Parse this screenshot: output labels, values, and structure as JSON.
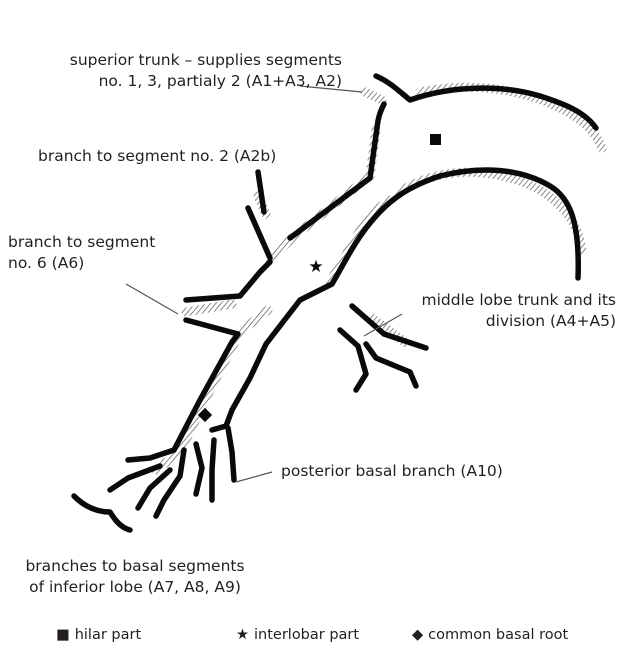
{
  "labels": {
    "superior_trunk_line1": "superior trunk – supplies segments",
    "superior_trunk_line2": "no. 1, 3, partialy 2 (A1+A3, A2)",
    "branch_seg2": "branch to segment no. 2 (A2b)",
    "branch_seg6_line1": "branch to segment",
    "branch_seg6_line2": "no. 6 (A6)",
    "middle_lobe_line1": "middle lobe trunk and its",
    "middle_lobe_line2": "division (A4+A5)",
    "posterior_basal": "posterior basal branch (A10)",
    "basal_line1": "branches to basal segments",
    "basal_line2": "of inferior lobe (A7, A8, A9)"
  },
  "legend": [
    {
      "symbol": "■",
      "symbol_name": "square-icon",
      "label": "hilar part"
    },
    {
      "symbol": "★",
      "symbol_name": "star-icon",
      "label": "interlobar part"
    },
    {
      "symbol": "◆",
      "symbol_name": "diamond-icon",
      "label": "common basal root"
    }
  ]
}
